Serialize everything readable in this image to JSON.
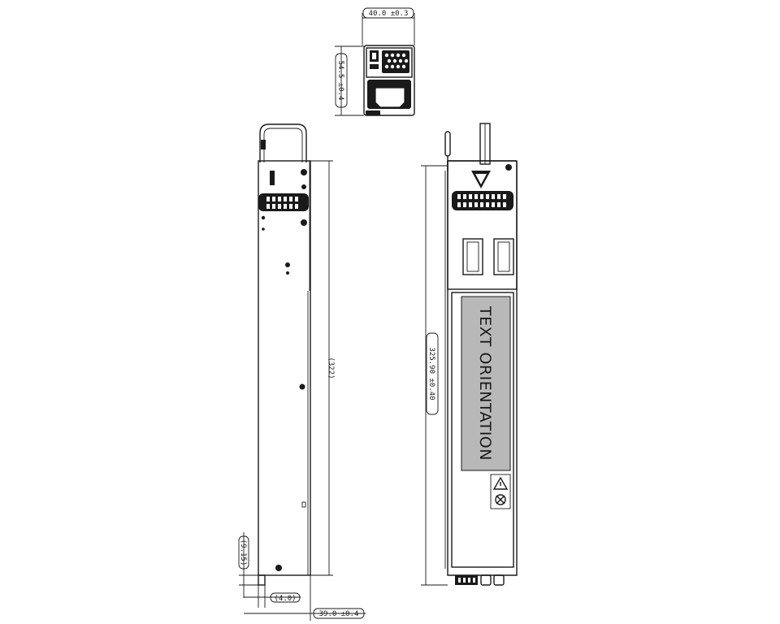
{
  "dimensions": {
    "width_top": "40.0 ±0.3",
    "height_top": "54.5 ±0.4",
    "length_side": "(322)",
    "length_top": "325.90 ±0.40",
    "tab_height": "(9.15)",
    "tab_width": "(4.0)",
    "side_width": "39.0 ±0.4"
  },
  "label_text": "TEXT ORIENTATION",
  "icons": [
    "warning-triangle-icon",
    "disposal-icon"
  ]
}
